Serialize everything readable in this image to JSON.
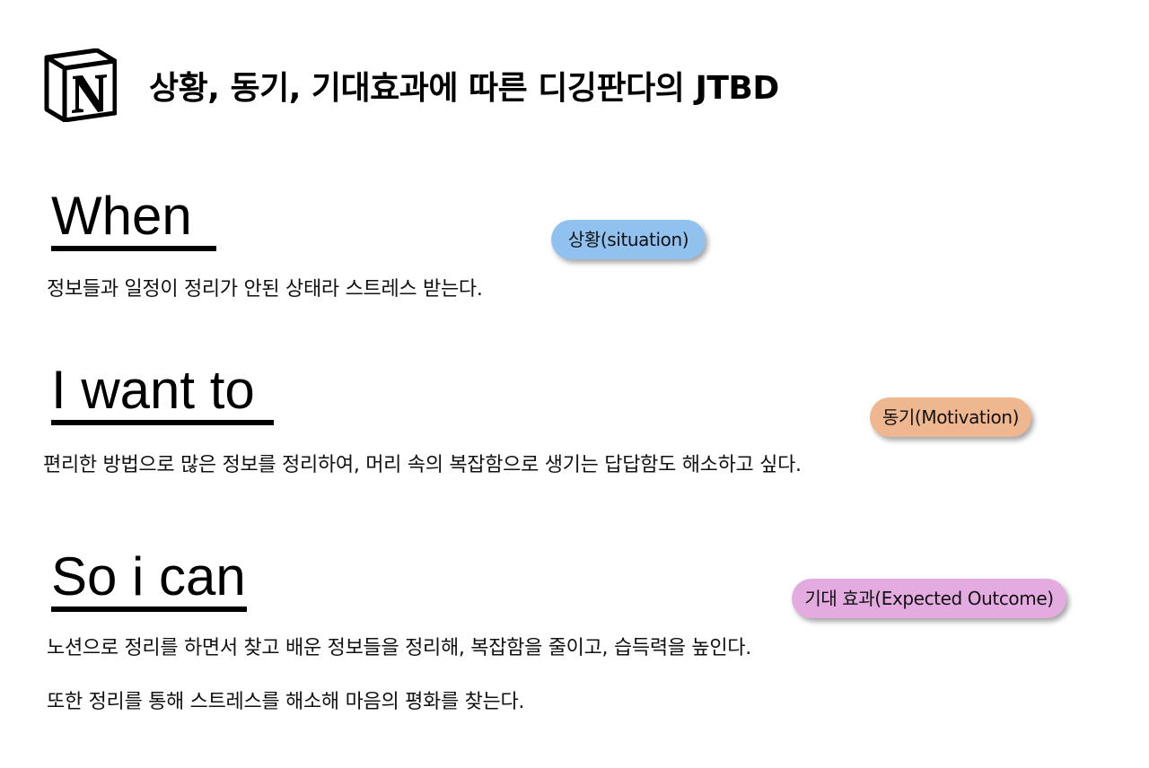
{
  "header": {
    "title": "상황, 동기, 기대효과에 따른 디깅판다의 JTBD",
    "logo_icon": "notion-logo-icon"
  },
  "sections": [
    {
      "heading": "When",
      "badge": "상황(situation)",
      "badge_color": "#91c2ef",
      "lines": [
        "정보들과 일정이 정리가 안된 상태라 스트레스 받는다."
      ]
    },
    {
      "heading": "I want to",
      "badge": "동기(Motivation)",
      "badge_color": "#efb78f",
      "lines": [
        "편리한 방법으로 많은 정보를 정리하여, 머리 속의 복잡함으로 생기는 답답함도 해소하고 싶다."
      ]
    },
    {
      "heading": "So i can",
      "badge": "기대 효과(Expected Outcome)",
      "badge_color": "#e3abe0",
      "lines": [
        "노션으로 정리를 하면서 찾고 배운 정보들을 정리해, 복잡함을 줄이고, 습득력을 높인다.",
        "또한 정리를 통해 스트레스를 해소해 마음의 평화를 찾는다."
      ]
    }
  ]
}
